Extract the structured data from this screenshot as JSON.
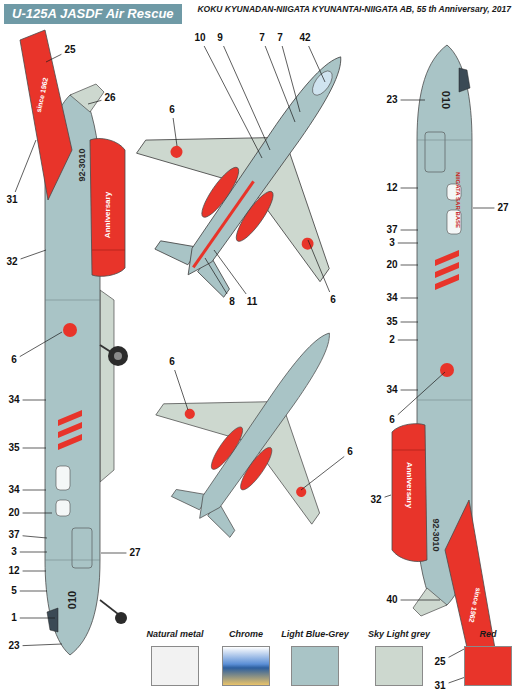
{
  "diagram": {
    "title": "U-125A JASDF Air Rescue",
    "labels": [
      "KOKU KYUNADAN-NIIGATA KYUNANTAI-NIIGATA AB, 55 th Anniversary, 2017",
      "25",
      "26",
      "31",
      "32",
      "6",
      "34",
      "35",
      "34",
      "20",
      "37",
      "3",
      "12",
      "5",
      "1",
      "23",
      "27",
      "6",
      "10",
      "9",
      "7",
      "7",
      "42",
      "8",
      "11",
      "6",
      "6",
      "6",
      "23",
      "12",
      "27",
      "37",
      "3",
      "20",
      "34",
      "35",
      "2",
      "34",
      "6",
      "32",
      "40",
      "25",
      "31",
      "92-3010",
      "since 1962",
      "Anniversary",
      "010",
      "010",
      "NIIGATA SAR BASE",
      "92-3010",
      "Anniversary",
      "since 1962"
    ],
    "legend": [
      {
        "text": "Natural metal",
        "color": "#f2f2f2"
      },
      {
        "text": "Chrome"
      },
      {
        "text": "Light Blue-Grey",
        "color": "#a9c4c6"
      },
      {
        "text": "Sky Light grey",
        "color": "#cdd8cf"
      },
      {
        "text": "Red",
        "color": "#e8342a"
      }
    ]
  }
}
